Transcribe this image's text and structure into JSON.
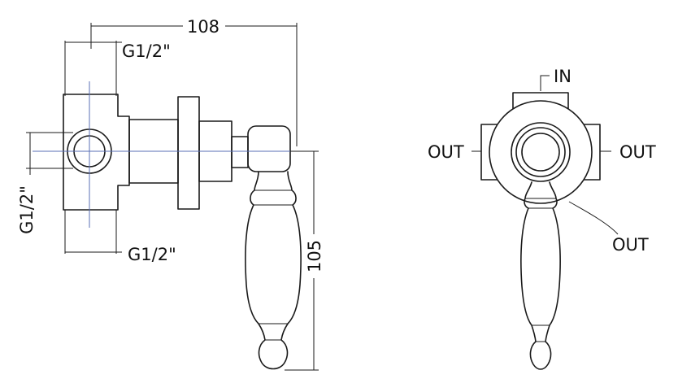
{
  "side_view": {
    "width_dim": "108",
    "height_dim": "105",
    "thread_top": "G1/2\"",
    "thread_bottom": "G1/2\"",
    "thread_side": "G1/2\""
  },
  "front_view": {
    "in_label": "IN",
    "out_left": "OUT",
    "out_right": "OUT",
    "out_bottom": "OUT"
  },
  "colors": {
    "line": "#1a1a1a",
    "centerline": "#5a6fb5",
    "background": "#ffffff"
  }
}
